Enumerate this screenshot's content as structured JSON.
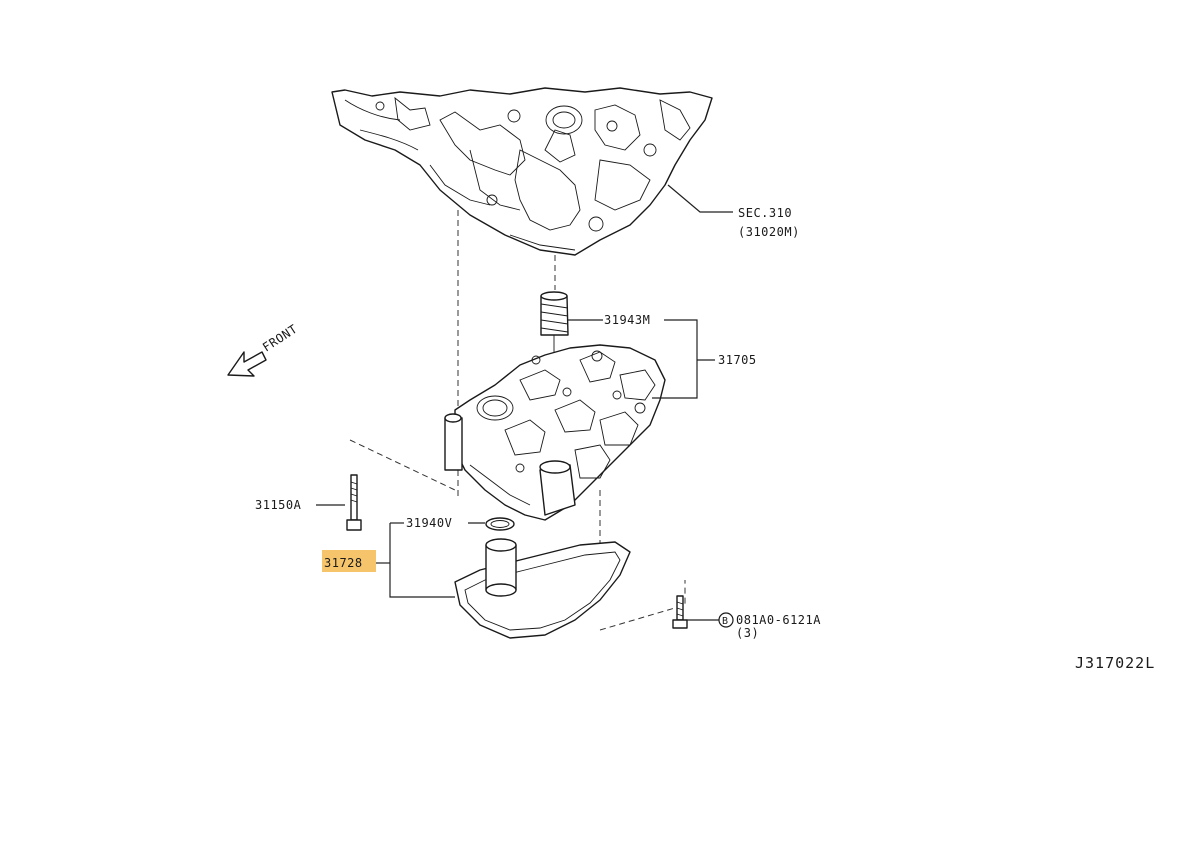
{
  "labels": {
    "sec_ref": "SEC.310",
    "sec_sub": "(31020M)",
    "spring": "31943M",
    "valve_body": "31705",
    "bolt": "31150A",
    "oring": "31940V",
    "strainer": "31728",
    "bolt_small": "081A0-6121A",
    "bolt_small_qty": "(3)",
    "bolt_small_marker": "B",
    "front": "FRONT",
    "diagram_code": "J317022L"
  },
  "colors": {
    "highlight": "#f6c56b",
    "line": "#1a1a1a"
  }
}
